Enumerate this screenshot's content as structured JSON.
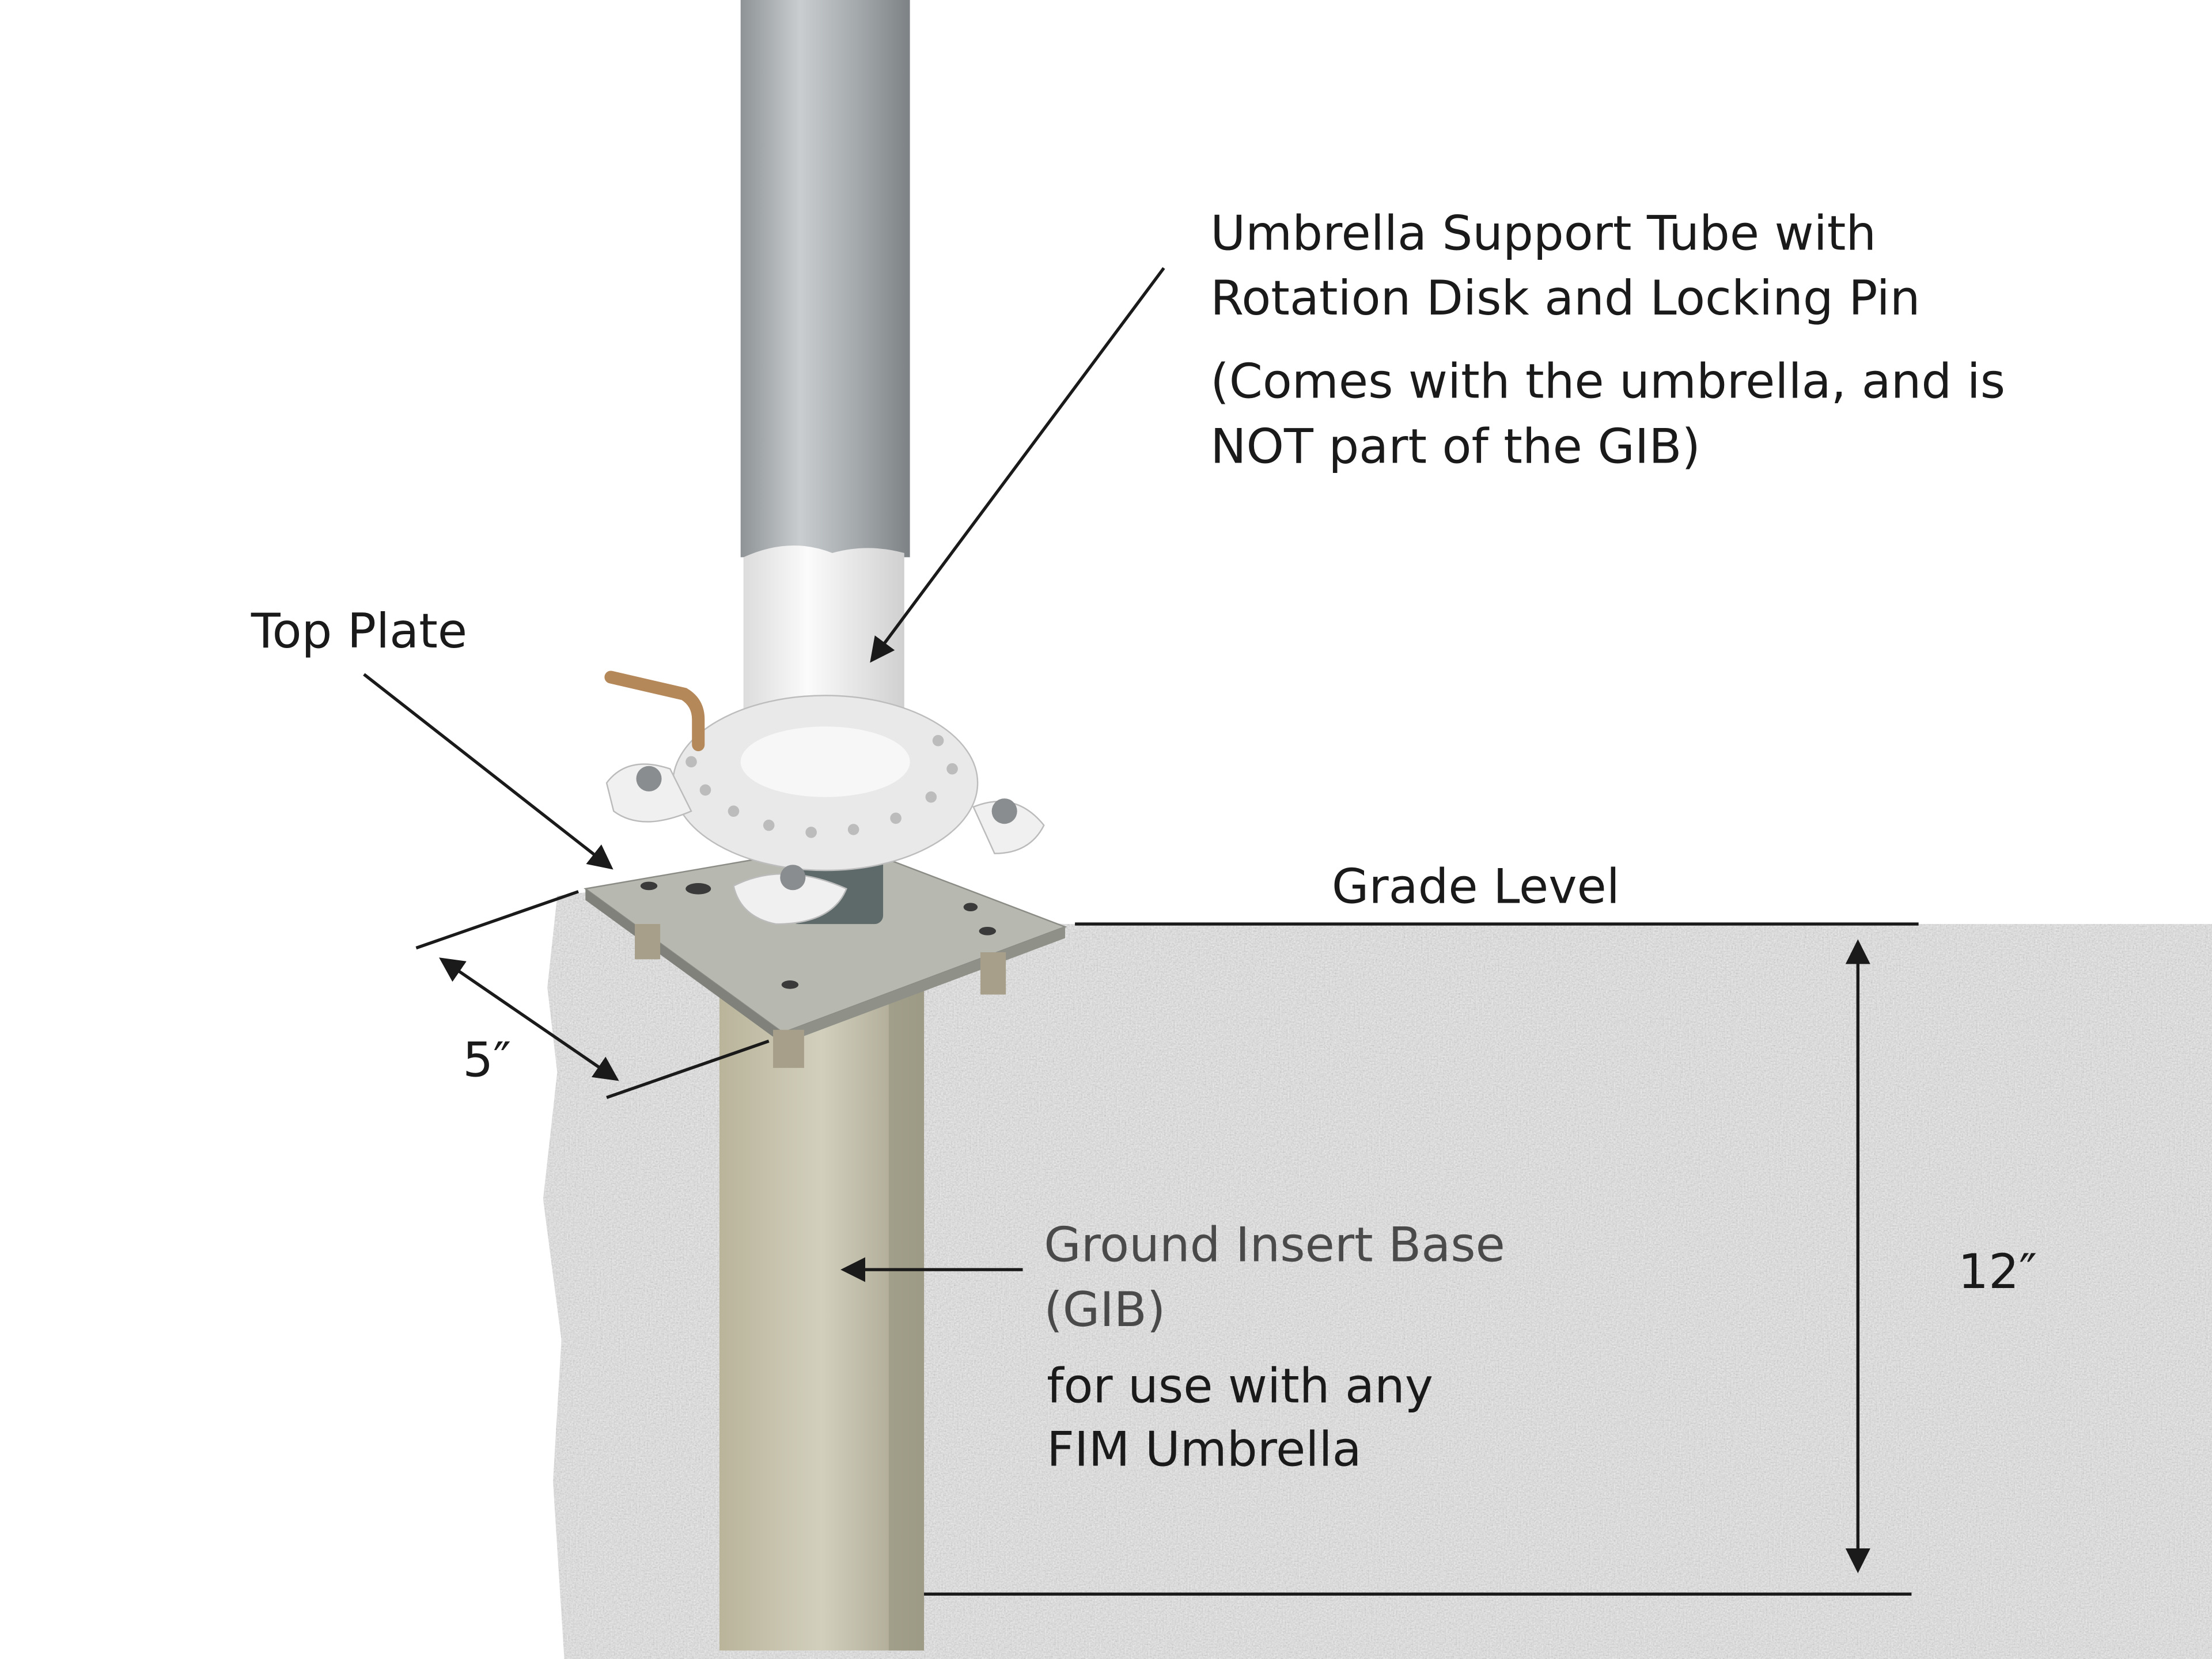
{
  "labels": {
    "tube_line1": "Umbrella Support Tube with",
    "tube_line2": "Rotation Disk and Locking Pin",
    "tube_note1": "(Comes with the umbrella, and is",
    "tube_note2": "NOT part of the GIB)",
    "top_plate": "Top Plate",
    "grade_level": "Grade Level",
    "width_dim": "5″",
    "depth_dim": "12″",
    "gib_line1": "Ground Insert Base",
    "gib_line2": "(GIB)",
    "gib_use1": "for use with any",
    "gib_use2": "FIM Umbrella"
  },
  "colors": {
    "ground": "#d8d8d8",
    "text": "#1a1a1a",
    "gib_text": "#4a4a4a",
    "pole_metal": "#a9adb0",
    "white_tube": "#f4f4f4",
    "pin": "#b5885a"
  }
}
